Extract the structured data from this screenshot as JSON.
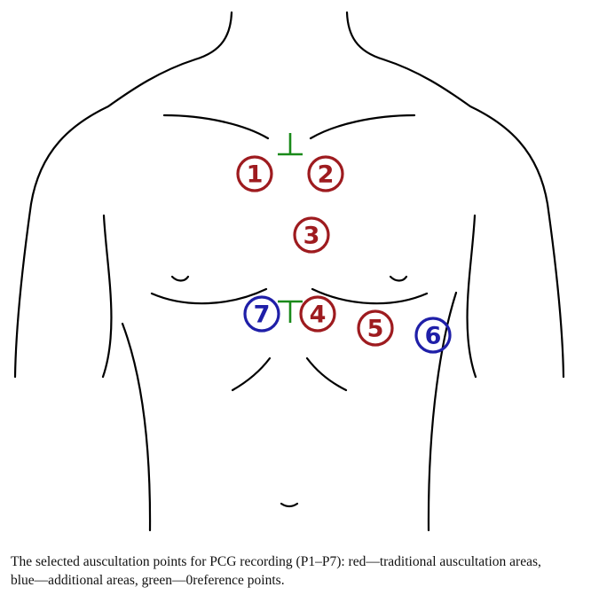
{
  "colors": {
    "outline": "#000000",
    "traditional": "#9e1b1f",
    "additional": "#1f1fa8",
    "reference": "#1a8a1a"
  },
  "points": [
    {
      "label": "1",
      "category": "traditional"
    },
    {
      "label": "2",
      "category": "traditional"
    },
    {
      "label": "3",
      "category": "traditional"
    },
    {
      "label": "4",
      "category": "traditional"
    },
    {
      "label": "5",
      "category": "traditional"
    },
    {
      "label": "6",
      "category": "additional"
    },
    {
      "label": "7",
      "category": "additional"
    }
  ],
  "caption": {
    "line1": "The selected auscultation points for PCG recording (P1–P7): red—traditional auscultation areas,",
    "line2": "blue—additional areas, green—0reference points."
  }
}
